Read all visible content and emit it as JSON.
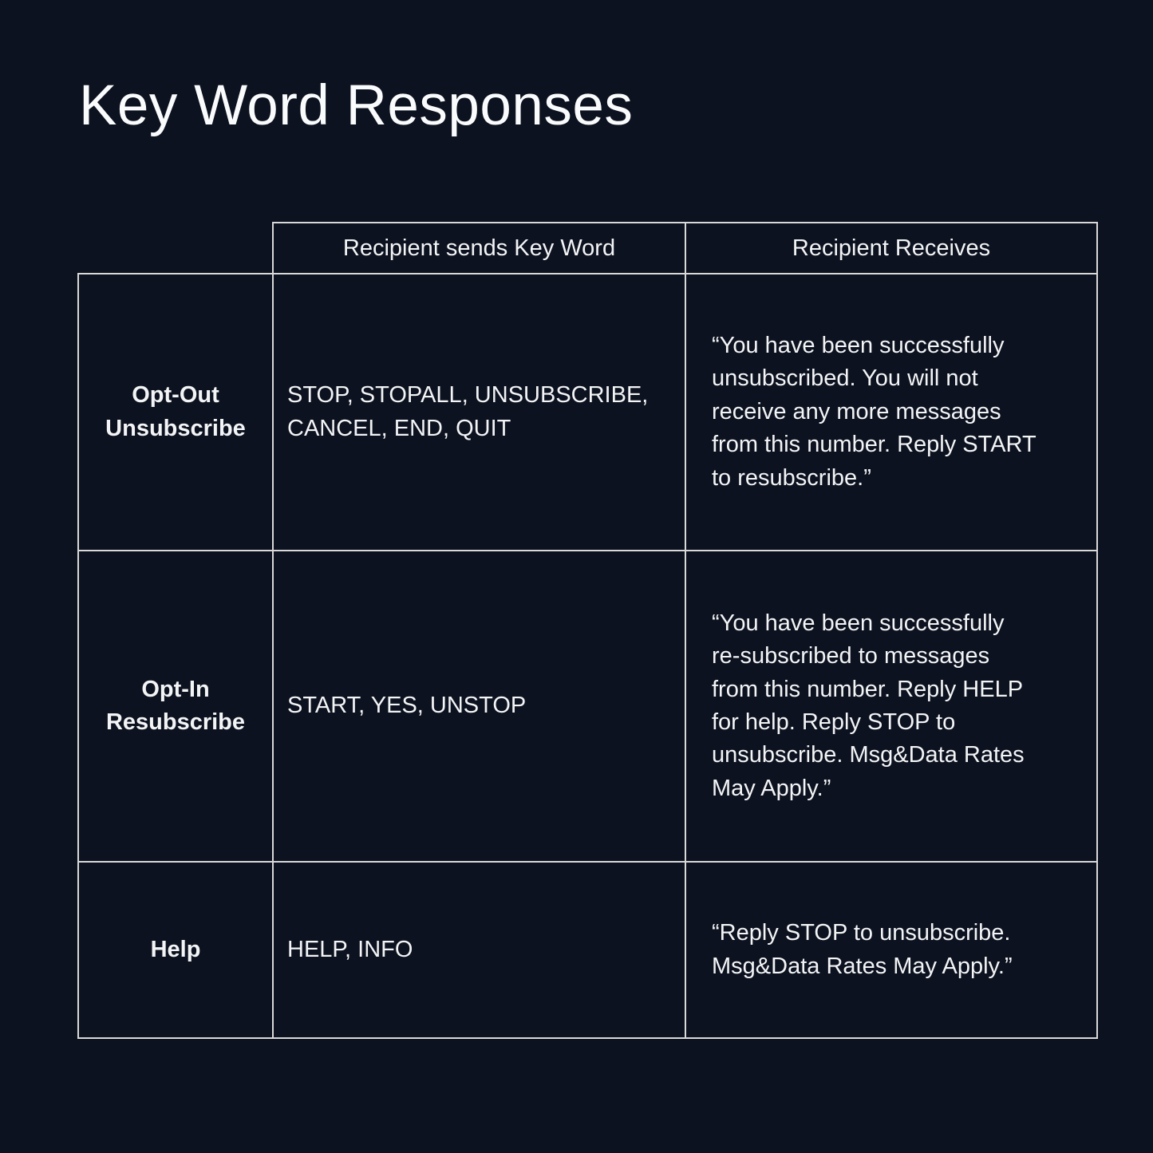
{
  "page": {
    "title": "Key Word Responses"
  },
  "theme": {
    "background_color": "#0c121f",
    "text_color": "#f3f4f6",
    "border_color": "#d9d9d9"
  },
  "table": {
    "headers": {
      "corner": "",
      "keyword_column": "Recipient sends Key Word",
      "receives_column": "Recipient Receives"
    },
    "rows": [
      {
        "label": "Opt-Out\nUnsubscribe",
        "keywords": "STOP, STOPALL, UNSUBSCRIBE,\nCANCEL, END, QUIT",
        "response": "“You have been successfully\nunsubscribed. You will not\nreceive any more messages\nfrom this number. Reply START\nto resubscribe.”"
      },
      {
        "label": "Opt-In\nResubscribe",
        "keywords": "START, YES, UNSTOP",
        "response": "“You have been successfully\nre-subscribed to messages\nfrom this number. Reply HELP\nfor help. Reply STOP to\nunsubscribe. Msg&Data Rates\nMay Apply.”"
      },
      {
        "label": "Help",
        "keywords": "HELP, INFO",
        "response": "“Reply STOP to unsubscribe.\nMsg&Data Rates May Apply.”"
      }
    ]
  }
}
